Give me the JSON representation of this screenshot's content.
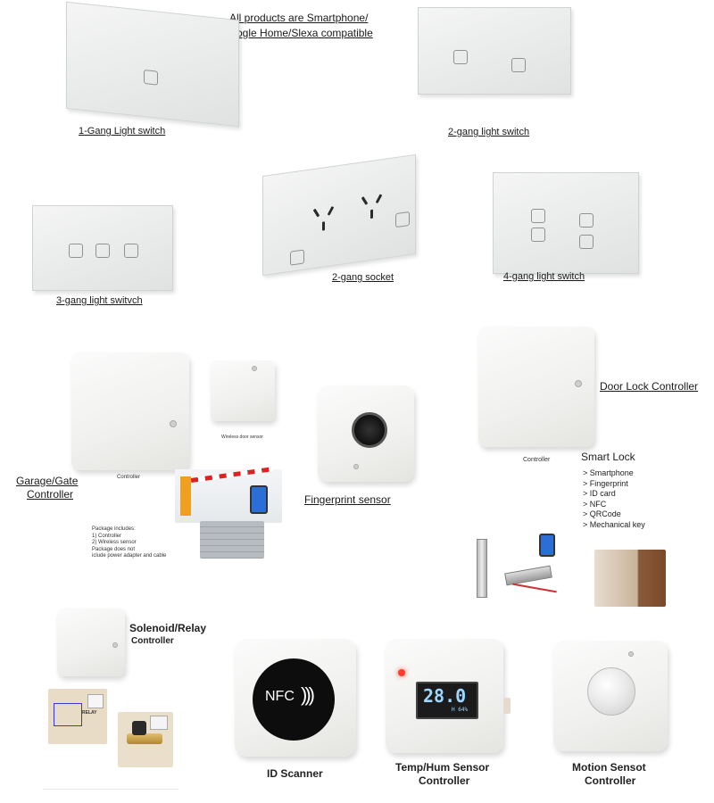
{
  "header": {
    "line1": "All products are Smartphone/",
    "line2": "Google Home/Slexa compatible"
  },
  "products": {
    "gang1": "1-Gang Light switch",
    "gang2": "2-gang light switch",
    "gang3": "3-gang light switvch",
    "socket2": "2-gang socket",
    "gang4": "4-gang light switch",
    "garage_line1": "Garage/Gate",
    "garage_line2": "Controller",
    "garage_controller_caption": "Controller",
    "wireless_door_sensor_caption": "Wireless door sensor",
    "package_lines": [
      "Package includes:",
      "1) Controller",
      "2) Wireless sensor",
      "Package does not",
      "iclude power adapter and cable"
    ],
    "fingerprint": "Fingerprint sensor",
    "door_lock": "Door Lock Controller",
    "door_lock_caption": "Controller",
    "smart_lock_title": "Smart Lock",
    "smart_lock_features": [
      "> Smartphone",
      "> Fingerprint",
      "> ID card",
      "> NFC",
      "> QRCode",
      "> Mechanical key"
    ],
    "solenoid_line1": "Solenoid/Relay",
    "solenoid_line2": "Controller",
    "relay_photo_label": "RELAY",
    "id_scanner": "ID Scanner",
    "nfc_text": "NFC",
    "temp_line1": "Temp/Hum Sensor",
    "temp_line2": "Controller",
    "temp_reading": "28.0",
    "hum_reading": "H 64%",
    "motion_line1": "Motion Sensot",
    "motion_line2": "Controller"
  },
  "colors": {
    "panel_glass": "#eceeed",
    "box_white": "#f3f3f1",
    "barrier_orange": "#f0a020",
    "brass": "#c9a24a",
    "display_bg": "#1b1b1b",
    "display_text": "#9fd7ff"
  }
}
